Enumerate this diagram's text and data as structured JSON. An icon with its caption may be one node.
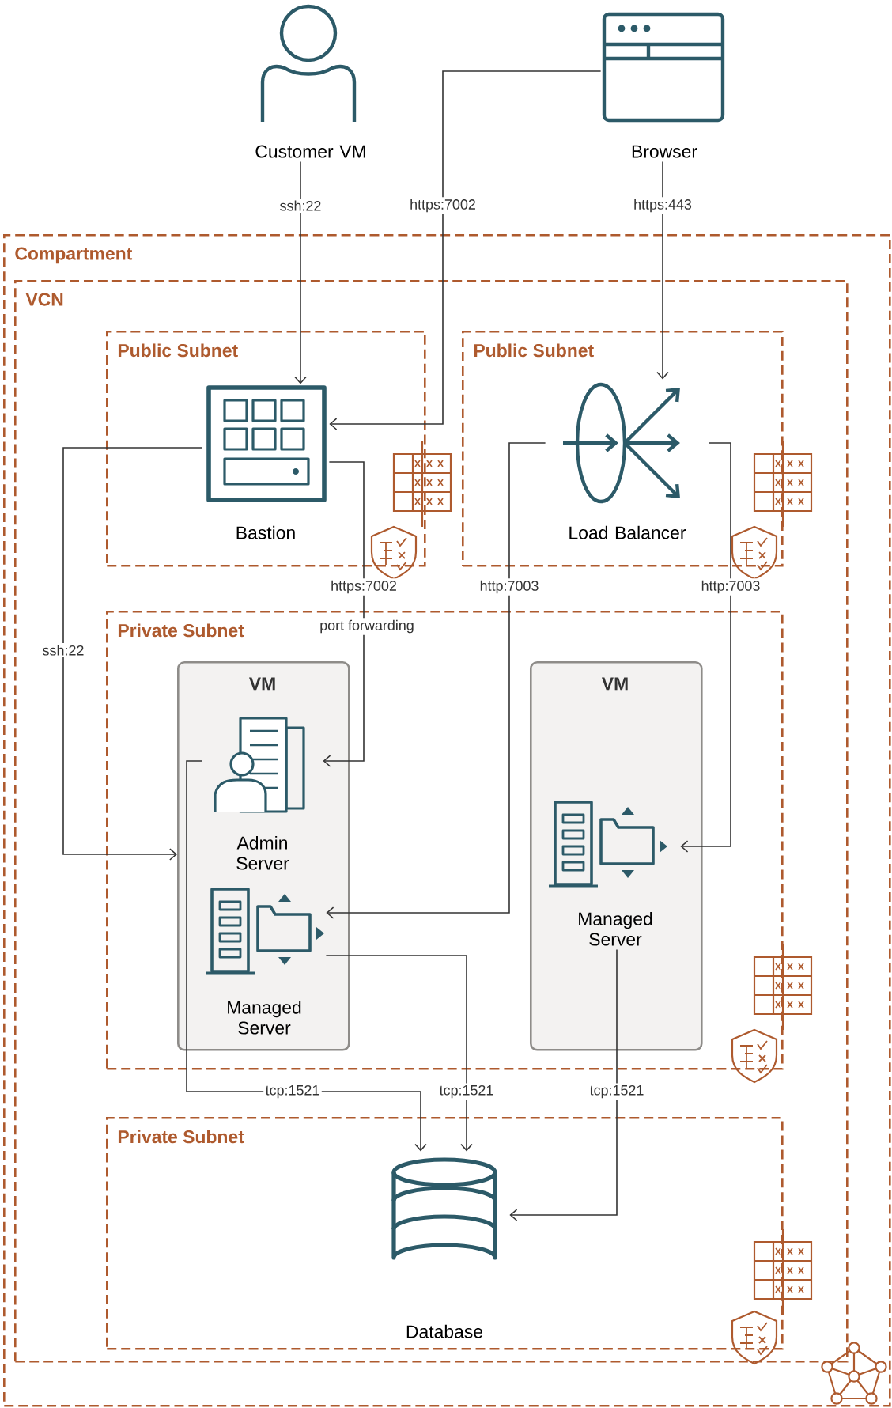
{
  "diagram": {
    "nodes": [
      {
        "text": [
          "Customer VM"
        ]
      },
      {
        "text": [
          "Browser"
        ]
      },
      {
        "text": [
          "Compartment"
        ]
      },
      {
        "text": [
          "VCN"
        ],
        "in": 2
      },
      {
        "text": [
          "Public Subnet"
        ],
        "in": 3
      },
      {
        "text": [
          "Public Subnet"
        ],
        "in": 3
      },
      {
        "text": [
          "Bastion"
        ],
        "in": 4
      },
      {
        "text": [
          "Load Balancer"
        ],
        "in": 5
      },
      {
        "text": [
          "Private Subnet"
        ],
        "in": 3
      },
      {
        "text": [
          "VM"
        ],
        "in": 8
      },
      {
        "text": [
          "Admin Server"
        ],
        "in": 9
      },
      {
        "text": [
          "Managed Server"
        ],
        "in": 9
      },
      {
        "text": [
          "VM"
        ],
        "in": 8
      },
      {
        "text": [
          "Managed Server"
        ],
        "in": 12
      },
      {
        "text": [
          "Private Subnet"
        ],
        "in": 3
      },
      {
        "text": [
          "Database"
        ],
        "in": 14
      }
    ],
    "edges": [
      {
        "from": 0,
        "to": 6,
        "arrow": "to",
        "label": "ssh:22"
      },
      {
        "from": 1,
        "to": 6,
        "arrow": "to",
        "label": "https:7002"
      },
      {
        "from": 1,
        "to": 7,
        "arrow": "to",
        "label": "https:443"
      },
      {
        "from": 6,
        "to": 9,
        "arrow": "to",
        "label": "ssh:22"
      },
      {
        "from": 6,
        "to": 10,
        "arrow": "to",
        "label": "https:7002"
      },
      {
        "from": 7,
        "to": 11,
        "arrow": "to",
        "label": "http:7003"
      },
      {
        "from": 7,
        "to": 13,
        "arrow": "to",
        "label": "http:7003"
      },
      {
        "from": 10,
        "to": 15,
        "arrow": "to",
        "label": "tcp:1521"
      },
      {
        "from": 11,
        "to": 15,
        "arrow": "to",
        "label": "tcp:1521"
      },
      {
        "from": 13,
        "to": 15,
        "arrow": "to",
        "label": "tcp:1521"
      }
    ],
    "labels": [
      "port forwarding"
    ]
  }
}
